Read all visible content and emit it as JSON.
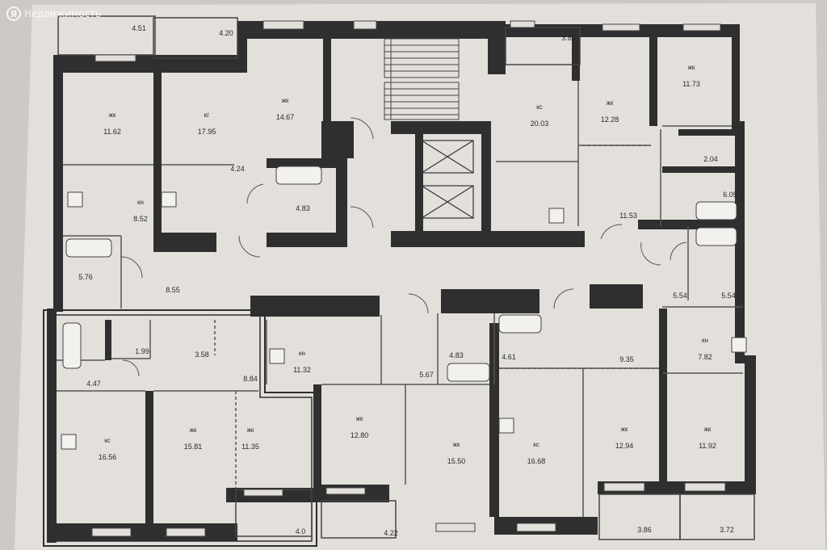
{
  "watermark": {
    "logo": "Я",
    "text": "Недвижимость"
  },
  "colors": {
    "paper": "#e3e0db",
    "wall": "#2f2f2f",
    "thin": "#555555"
  },
  "rooms": [
    {
      "id": "r1",
      "area": "4.51"
    },
    {
      "id": "r2",
      "area": "4.20"
    },
    {
      "id": "r3",
      "code": "жк",
      "area": "11.62"
    },
    {
      "id": "r4",
      "code": "кг",
      "area": "17.95"
    },
    {
      "id": "r5",
      "code": "жк",
      "area": "14.67"
    },
    {
      "id": "r6",
      "area": "4.24"
    },
    {
      "id": "r7",
      "code": "кн",
      "area": "8.52"
    },
    {
      "id": "r8",
      "area": "4.83"
    },
    {
      "id": "r9",
      "area": "5.76"
    },
    {
      "id": "r10",
      "area": "8.55"
    },
    {
      "id": "r11",
      "area": "3.89"
    },
    {
      "id": "r12",
      "code": "кс",
      "area": "20.03"
    },
    {
      "id": "r13",
      "code": "жк",
      "area": "12.28"
    },
    {
      "id": "r14",
      "code": "жк",
      "area": "11.73"
    },
    {
      "id": "r15",
      "area": "2.04"
    },
    {
      "id": "r16",
      "area": "6.05"
    },
    {
      "id": "r17",
      "area": "11.53"
    },
    {
      "id": "r18",
      "area": "5.54"
    },
    {
      "id": "r19",
      "area": "5.54"
    },
    {
      "id": "r20",
      "area": "1.99"
    },
    {
      "id": "r21",
      "area": "3.58"
    },
    {
      "id": "r22",
      "area": "4.47"
    },
    {
      "id": "r23",
      "area": "8.84"
    },
    {
      "id": "r24",
      "code": "кн",
      "area": "11.32"
    },
    {
      "id": "r25",
      "area": "4.83"
    },
    {
      "id": "r26",
      "area": "5.67"
    },
    {
      "id": "r27",
      "area": "4.61"
    },
    {
      "id": "r28",
      "area": "9.35"
    },
    {
      "id": "r29",
      "code": "кн",
      "area": "7.82"
    },
    {
      "id": "r30",
      "code": "кс",
      "area": "16.56"
    },
    {
      "id": "r31",
      "code": "жк",
      "area": "15.81"
    },
    {
      "id": "r32",
      "code": "жк",
      "area": "11.35"
    },
    {
      "id": "r33",
      "code": "жк",
      "area": "12.80"
    },
    {
      "id": "r34",
      "code": "жк",
      "area": "15.50"
    },
    {
      "id": "r35",
      "code": "кс",
      "area": "16.68"
    },
    {
      "id": "r36",
      "code": "жк",
      "area": "12.94"
    },
    {
      "id": "r37",
      "code": "жк",
      "area": "11.92"
    },
    {
      "id": "r38",
      "area": "4.0"
    },
    {
      "id": "r39",
      "area": "4.22"
    },
    {
      "id": "r40",
      "area": "3.86"
    },
    {
      "id": "r41",
      "area": "3.72"
    }
  ]
}
